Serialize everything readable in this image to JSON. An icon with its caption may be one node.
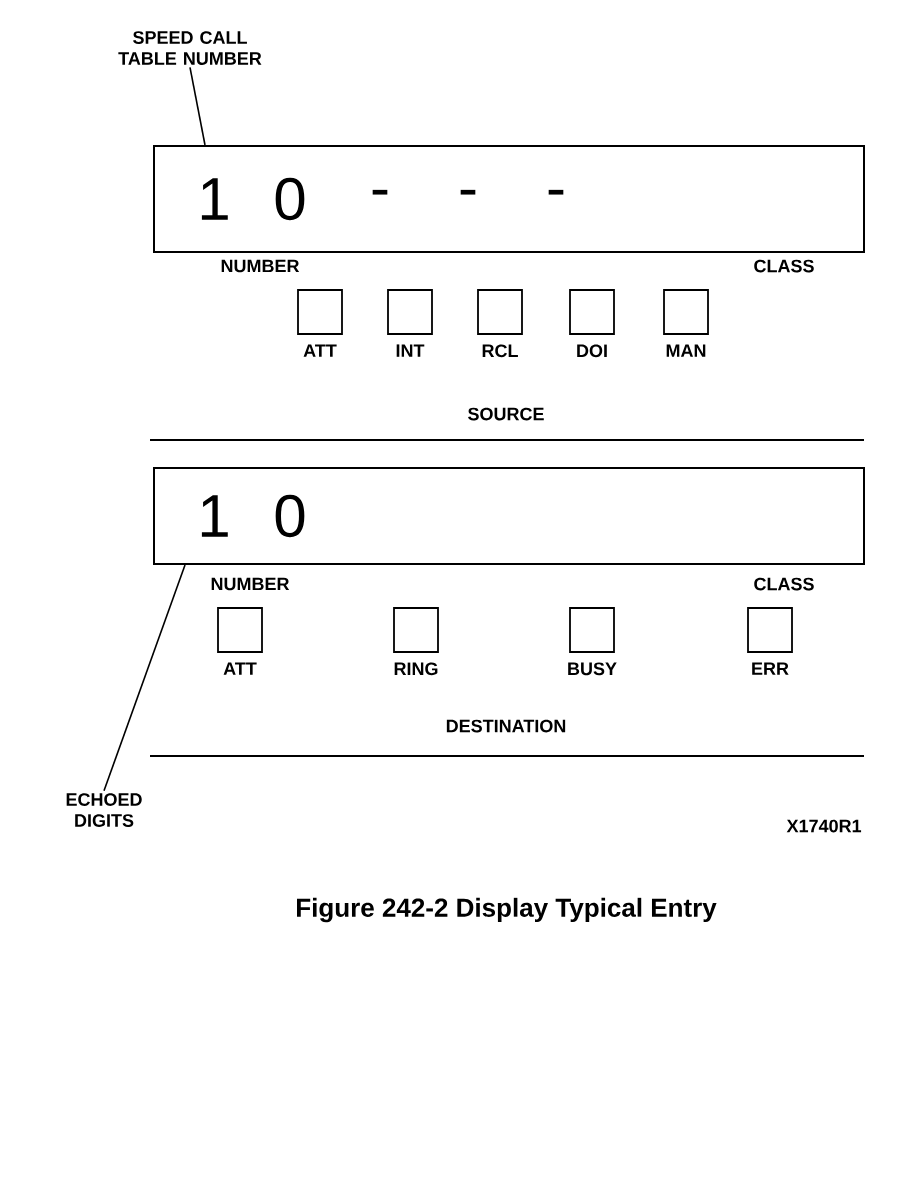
{
  "diagram": {
    "caption": "Figure 242-2 Display Typical Entry",
    "nodes": [
      {
        "text": [
          "SPEED CALL TABLE NUMBER"
        ]
      },
      {
        "text": [
          "1",
          "0",
          "-",
          "-",
          "-"
        ]
      },
      {
        "text": [
          "ATT"
        ]
      },
      {
        "text": [
          "INT"
        ]
      },
      {
        "text": [
          "RCL"
        ]
      },
      {
        "text": [
          "DOI"
        ]
      },
      {
        "text": [
          "MAN"
        ]
      },
      {
        "text": [
          "1",
          "0"
        ]
      },
      {
        "text": [
          "ATT"
        ]
      },
      {
        "text": [
          "RING"
        ]
      },
      {
        "text": [
          "BUSY"
        ]
      },
      {
        "text": [
          "ERR"
        ]
      },
      {
        "text": [
          "ECHOED DIGITS"
        ]
      }
    ],
    "edges": [
      {
        "from": 0,
        "to": 1,
        "arrow": "none"
      },
      {
        "from": 12,
        "to": 7,
        "arrow": "none"
      }
    ],
    "labels": [
      "NUMBER",
      "CLASS",
      "SOURCE",
      "NUMBER",
      "CLASS",
      "DESTINATION",
      "X1740R1"
    ]
  }
}
